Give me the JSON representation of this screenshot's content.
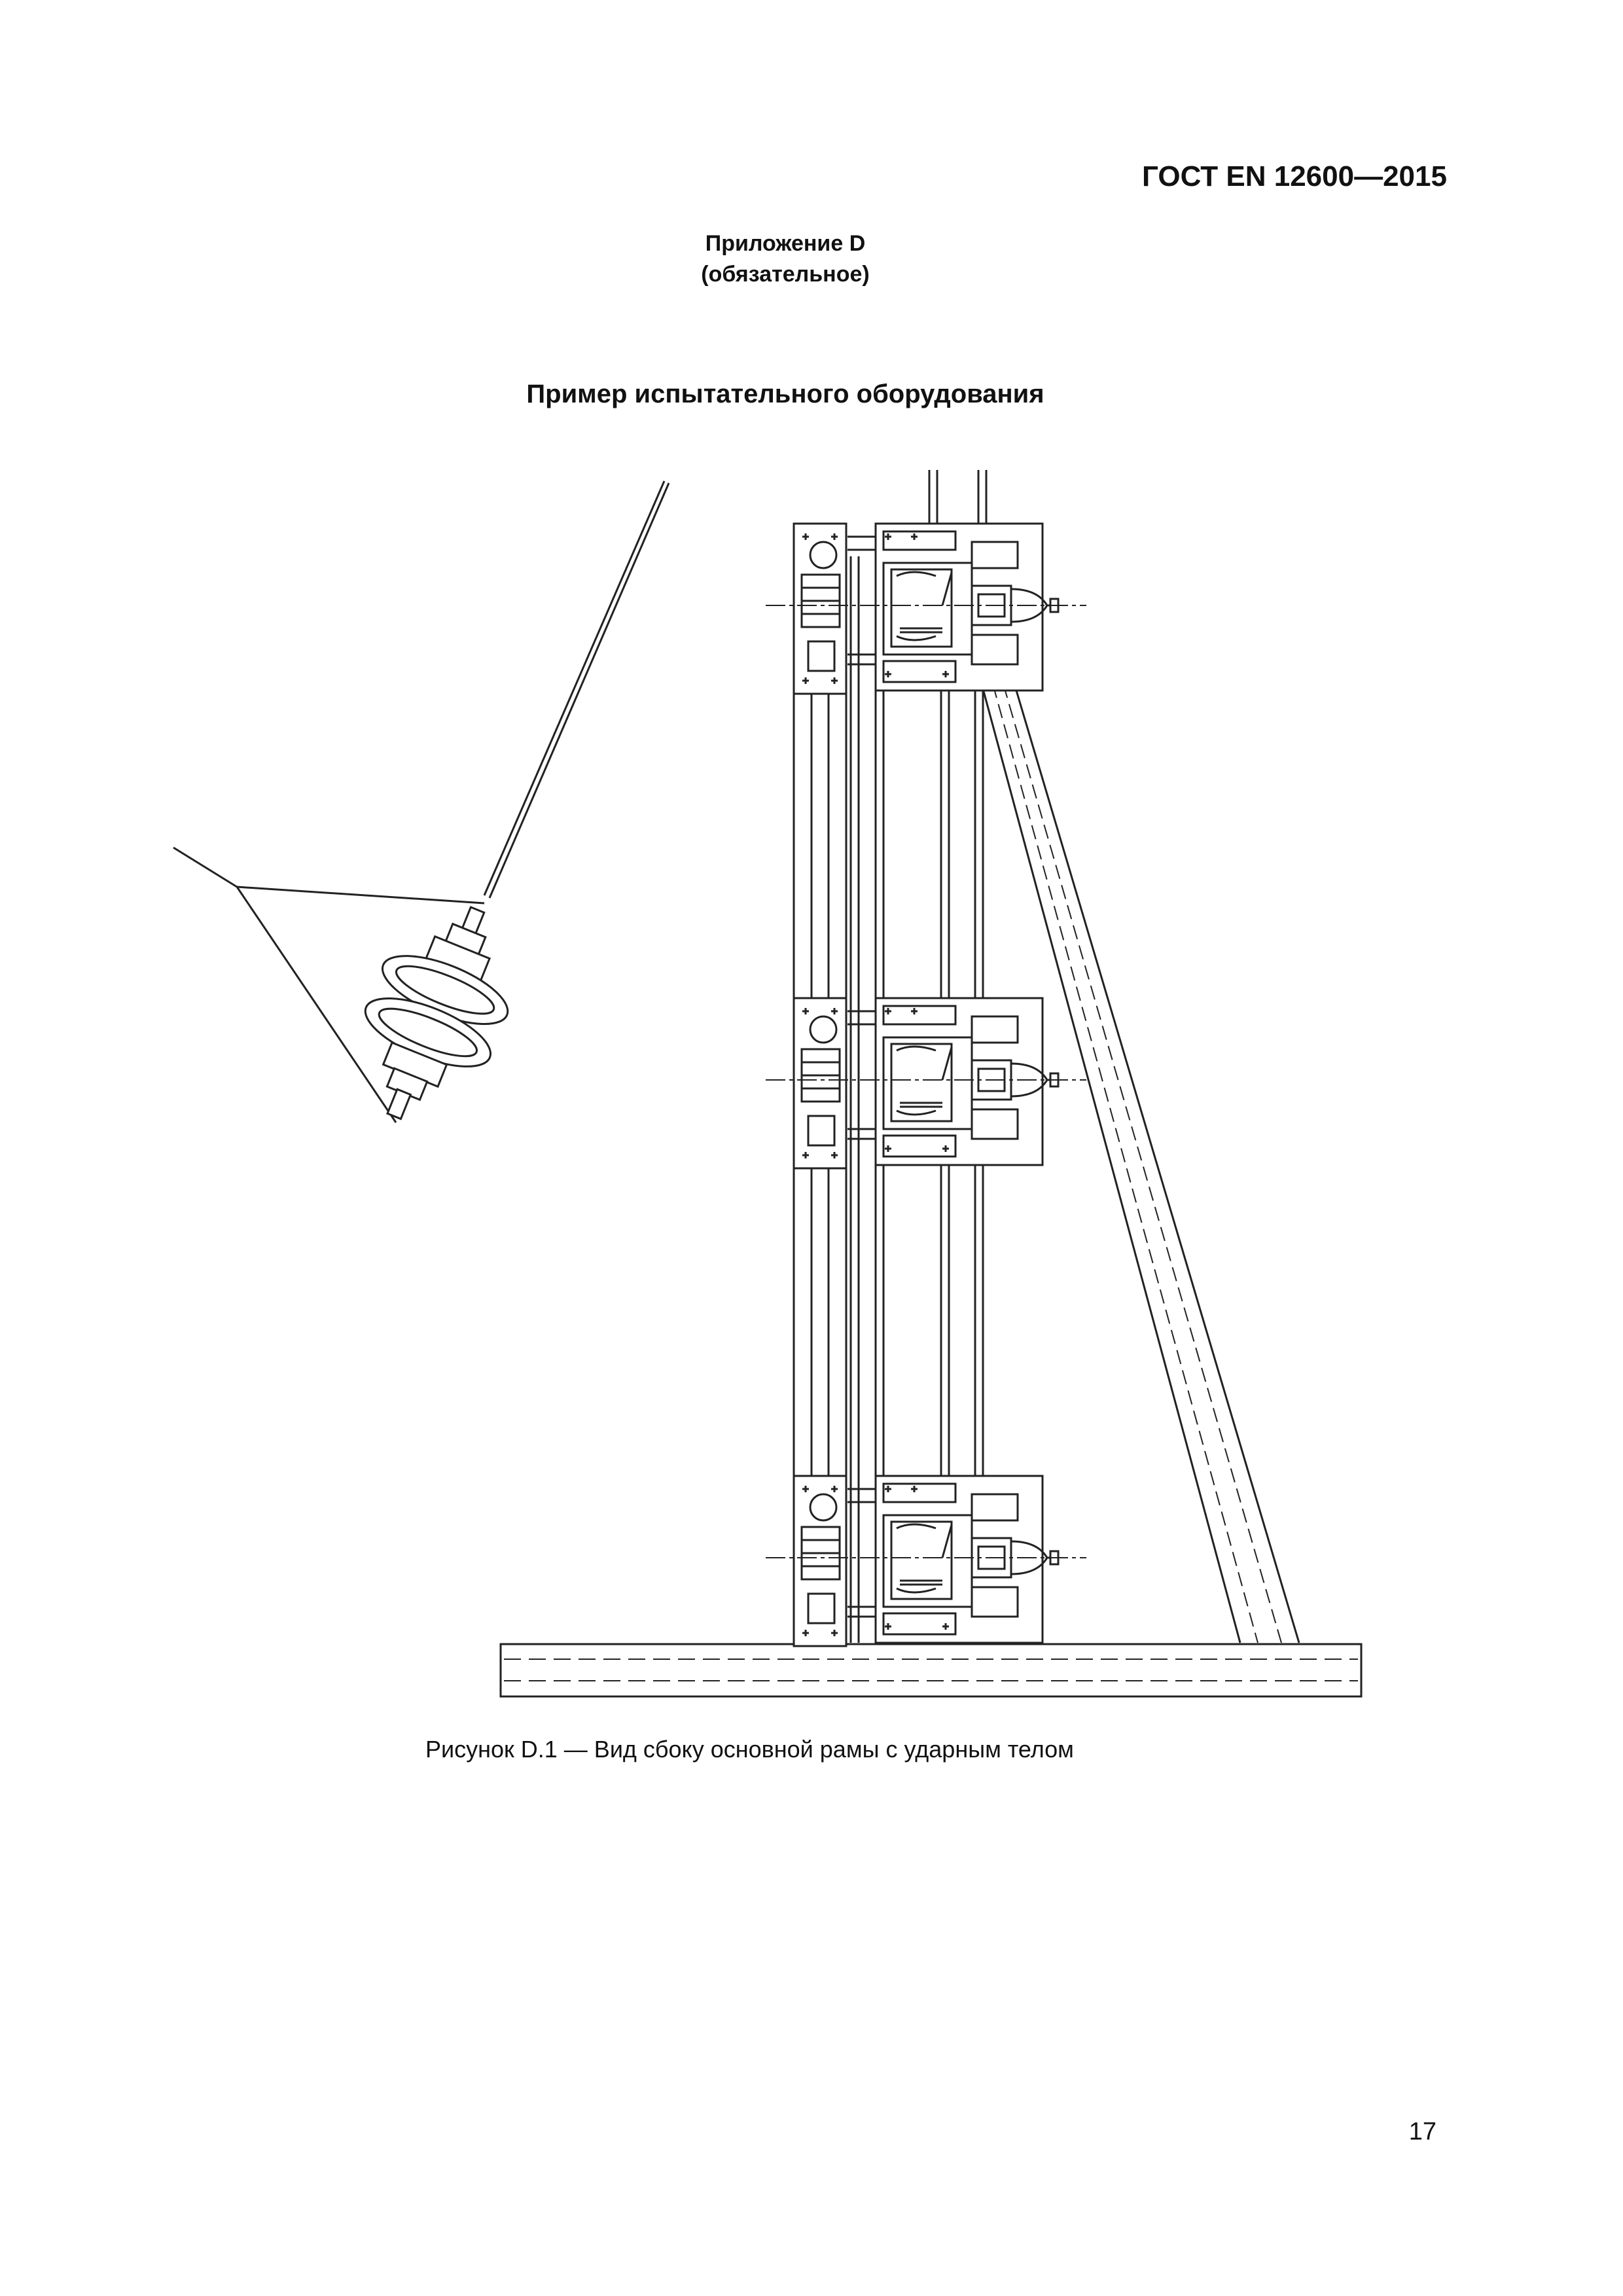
{
  "header": {
    "standard": "ГОСТ EN 12600—2015"
  },
  "annex": {
    "title": "Приложение D",
    "status": "(обязательное)"
  },
  "section_heading": "Пример испытательного оборудования",
  "figure": {
    "caption": "Рисунок D.1 — Вид сбоку основной рамы с ударным телом"
  },
  "page_number": "17"
}
